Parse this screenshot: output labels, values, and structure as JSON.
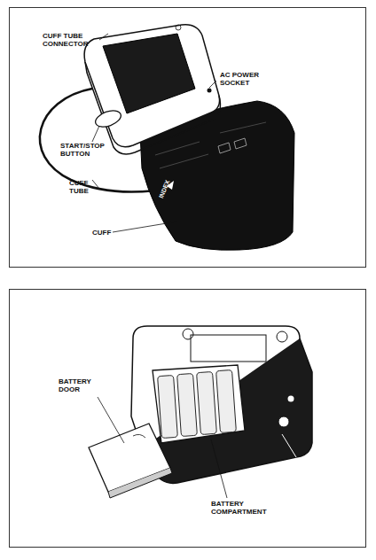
{
  "diagram": {
    "labels": [
      "CUFF TUBE CONNECTOR",
      "AC POWER SOCKET",
      "START/STOP BUTTON",
      "CUFF TUBE",
      "CUFF",
      "INDEX",
      "BATTERY DOOR",
      "BATTERY COMPARTMENT"
    ]
  }
}
